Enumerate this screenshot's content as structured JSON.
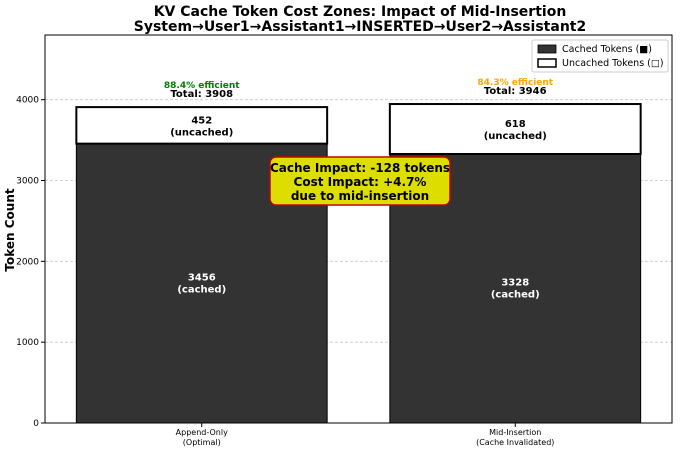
{
  "chart_data": {
    "type": "bar",
    "stacked": true,
    "title_line1": "KV Cache Token Cost Zones: Impact of Mid-Insertion",
    "title_line2": "System→User1→Assistant1→INSERTED→User2→Assistant2",
    "ylabel": "Token Count",
    "ylim": [
      0,
      4800
    ],
    "yticks": [
      "0",
      "1000",
      "2000",
      "3000",
      "4000"
    ],
    "ytick_values": [
      0,
      1000,
      2000,
      3000,
      4000
    ],
    "grid": "horizontal",
    "legend_position": "top-right",
    "categories": [
      {
        "line1": "Append-Only",
        "line2": "(Optimal)"
      },
      {
        "line1": "Mid-Insertion",
        "line2": "(Cache Invalidated)"
      }
    ],
    "series": [
      {
        "name": "Cached Tokens (■)",
        "values": [
          3456,
          3328
        ],
        "color": "#333333"
      },
      {
        "name": "Uncached Tokens (□)",
        "values": [
          452,
          618
        ],
        "color": "#ffffff"
      }
    ],
    "cached_labels": [
      {
        "value": "3456",
        "tag": "(cached)"
      },
      {
        "value": "3328",
        "tag": "(cached)"
      }
    ],
    "uncached_labels": [
      {
        "value": "452",
        "tag": "(uncached)"
      },
      {
        "value": "618",
        "tag": "(uncached)"
      }
    ],
    "totals": [
      "Total: 3908",
      "Total: 3946"
    ],
    "efficiency": [
      {
        "text": "88.4% efficient",
        "color": "#008000"
      },
      {
        "text": "84.3% efficient",
        "color": "#FFA500"
      }
    ],
    "annotation": {
      "lines": [
        "Cache Impact: -128 tokens",
        "Cost Impact: +4.7%",
        "due to mid-insertion"
      ],
      "fill": "#dddd00",
      "border": "#cc0000"
    }
  }
}
